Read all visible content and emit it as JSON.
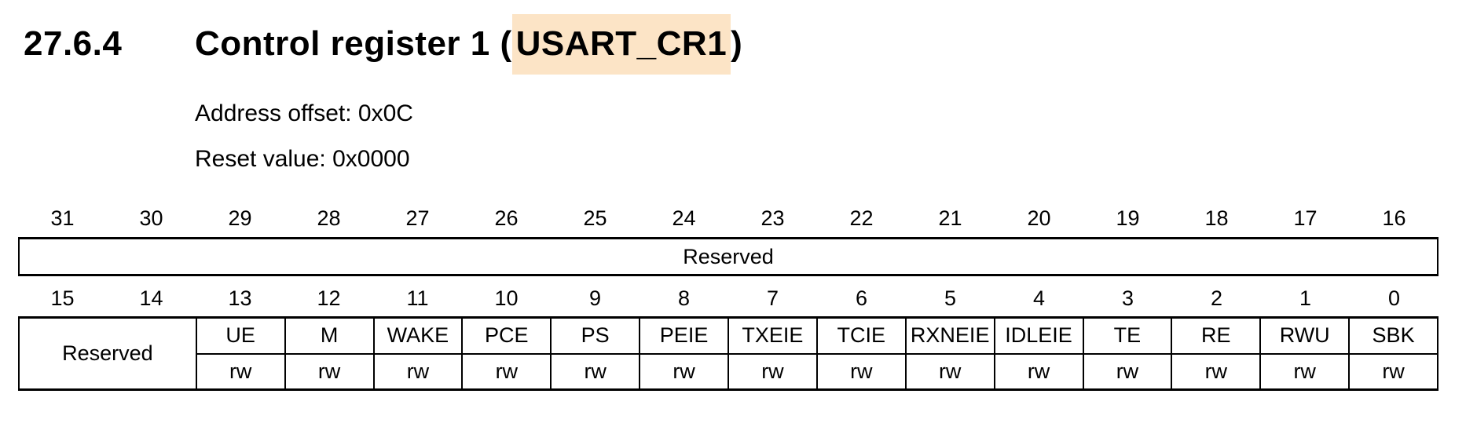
{
  "page": {
    "section_number": "27.6.4",
    "title_prefix": "Control register 1 (",
    "title_highlight": "USART_CR1",
    "title_suffix": ")",
    "address_offset": "Address offset: 0x0C",
    "reset_value": "Reset value: 0x0000",
    "highlight_color": "#fce4c6"
  },
  "register_table": {
    "high_word": {
      "bits": [
        "31",
        "30",
        "29",
        "28",
        "27",
        "26",
        "25",
        "24",
        "23",
        "22",
        "21",
        "20",
        "19",
        "18",
        "17",
        "16"
      ],
      "reserved_label": "Reserved"
    },
    "low_word": {
      "bits": [
        "15",
        "14",
        "13",
        "12",
        "11",
        "10",
        "9",
        "8",
        "7",
        "6",
        "5",
        "4",
        "3",
        "2",
        "1",
        "0"
      ],
      "reserved_label": "Reserved",
      "fields": [
        {
          "name": "UE",
          "access": "rw"
        },
        {
          "name": "M",
          "access": "rw"
        },
        {
          "name": "WAKE",
          "access": "rw"
        },
        {
          "name": "PCE",
          "access": "rw"
        },
        {
          "name": "PS",
          "access": "rw"
        },
        {
          "name": "PEIE",
          "access": "rw"
        },
        {
          "name": "TXEIE",
          "access": "rw"
        },
        {
          "name": "TCIE",
          "access": "rw"
        },
        {
          "name": "RXNEIE",
          "access": "rw"
        },
        {
          "name": "IDLEIE",
          "access": "rw"
        },
        {
          "name": "TE",
          "access": "rw"
        },
        {
          "name": "RE",
          "access": "rw"
        },
        {
          "name": "RWU",
          "access": "rw"
        },
        {
          "name": "SBK",
          "access": "rw"
        }
      ]
    }
  }
}
